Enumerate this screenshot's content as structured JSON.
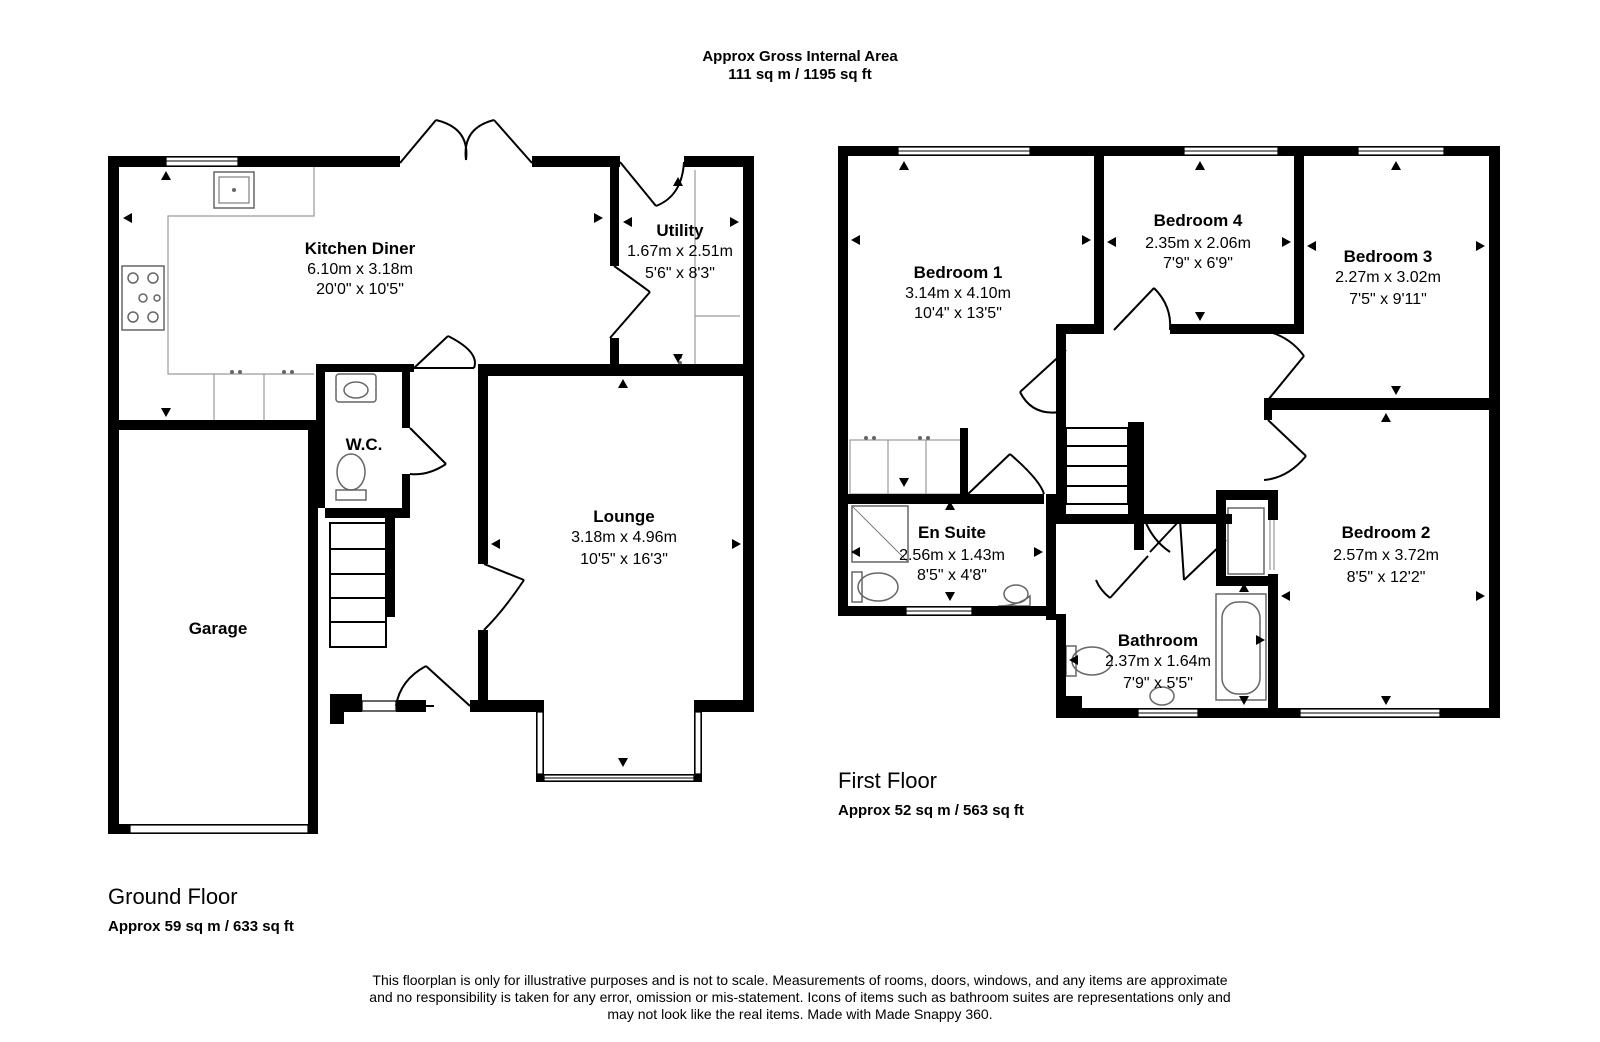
{
  "header": {
    "line1": "Approx Gross Internal Area",
    "line2": "111 sq m / 1195 sq ft"
  },
  "ground_floor": {
    "title": "Ground Floor",
    "area": "Approx 59 sq m / 633 sq ft",
    "rooms": {
      "kitchen": {
        "name": "Kitchen Diner",
        "metric": "6.10m x 3.18m",
        "imperial": "20'0\" x 10'5\""
      },
      "utility": {
        "name": "Utility",
        "metric": "1.67m x 2.51m",
        "imperial": "5'6\" x 8'3\""
      },
      "wc": {
        "name": "W.C."
      },
      "lounge": {
        "name": "Lounge",
        "metric": "3.18m x 4.96m",
        "imperial": "10'5\" x 16'3\""
      },
      "garage": {
        "name": "Garage"
      }
    }
  },
  "first_floor": {
    "title": "First Floor",
    "area": "Approx 52 sq m / 563 sq ft",
    "rooms": {
      "bedroom1": {
        "name": "Bedroom 1",
        "metric": "3.14m x 4.10m",
        "imperial": "10'4\" x 13'5\""
      },
      "bedroom4": {
        "name": "Bedroom 4",
        "metric": "2.35m x 2.06m",
        "imperial": "7'9\" x 6'9\""
      },
      "bedroom3": {
        "name": "Bedroom 3",
        "metric": "2.27m x 3.02m",
        "imperial": "7'5\" x 9'11\""
      },
      "bedroom2": {
        "name": "Bedroom 2",
        "metric": "2.57m x 3.72m",
        "imperial": "8'5\" x 12'2\""
      },
      "ensuite": {
        "name": "En Suite",
        "metric": "2.56m x 1.43m",
        "imperial": "8'5\" x 4'8\""
      },
      "bathroom": {
        "name": "Bathroom",
        "metric": "2.37m x 1.64m",
        "imperial": "7'9\" x 5'5\""
      }
    }
  },
  "disclaimer": {
    "line1": "This floorplan is only for illustrative purposes and is not to scale. Measurements of rooms, doors, windows, and any items are approximate",
    "line2": "and no responsibility is taken for any error, omission or mis-statement. Icons of items such as bathroom suites are representations only and",
    "line3": "may not look like the real items. Made with Made Snappy 360."
  }
}
